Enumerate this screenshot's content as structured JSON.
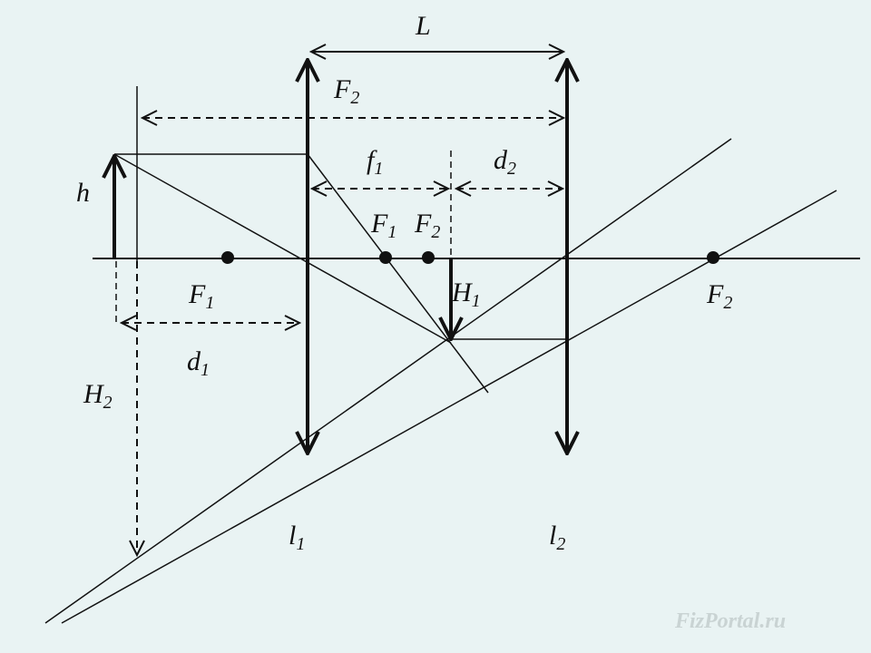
{
  "diagram": {
    "labels": {
      "L": "L",
      "F2_top": "F",
      "F2_top_sub": "2",
      "f1": "f",
      "f1_sub": "1",
      "d2": "d",
      "d2_sub": "2",
      "h": "h",
      "F1_inner": "F",
      "F1_inner_sub": "1",
      "F2_inner": "F",
      "F2_inner_sub": "2",
      "F1_left": "F",
      "F1_left_sub": "1",
      "H1": "H",
      "H1_sub": "1",
      "F2_right": "F",
      "F2_right_sub": "2",
      "d1": "d",
      "d1_sub": "1",
      "H2": "H",
      "H2_sub": "2",
      "l1": "l",
      "l1_sub": "1",
      "l2": "l",
      "l2_sub": "2"
    },
    "watermark": "FizPortal.ru"
  }
}
